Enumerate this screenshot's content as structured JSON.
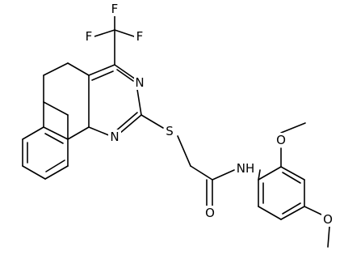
{
  "molecule": {
    "atoms": {
      "f1": "F",
      "f2": "F",
      "f3": "F",
      "n_upper": "N",
      "n_lower": "N",
      "s": "S",
      "nh": "NH",
      "o_carbonyl": "O",
      "o_methoxy_2": "O",
      "o_methoxy_4": "O"
    }
  },
  "colors": {
    "bond": "#000000",
    "background": "#ffffff"
  }
}
